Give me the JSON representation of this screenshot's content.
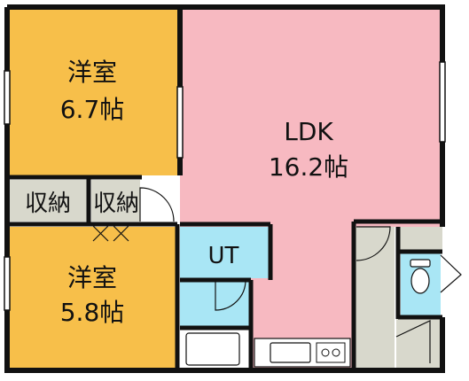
{
  "colors": {
    "western_room": "#f7bf4a",
    "ldk": "#f7b9c1",
    "storage": "#d8d8cc",
    "wet_area": "#a9e6f5",
    "wall": "#111111",
    "floor_white": "#ffffff"
  },
  "rooms": {
    "bedroom_top": {
      "name": "洋室",
      "size": "6.7帖"
    },
    "ldk": {
      "name": "LDK",
      "size": "16.2帖"
    },
    "storage_1": {
      "name": "収納"
    },
    "storage_2": {
      "name": "収納"
    },
    "bedroom_bottom": {
      "name": "洋室",
      "size": "5.8帖"
    },
    "utility": {
      "name": "UT"
    }
  }
}
